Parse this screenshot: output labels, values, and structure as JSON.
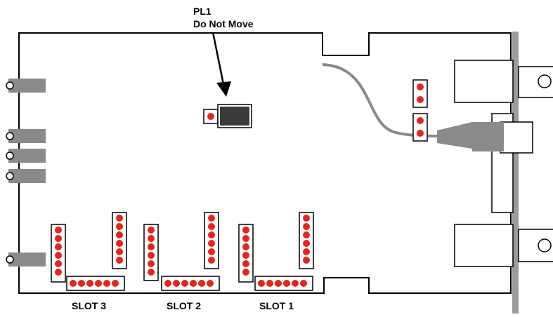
{
  "callout": {
    "title": "PL1",
    "subtitle": "Do Not Move"
  },
  "slots": [
    {
      "label": "SLOT 3"
    },
    {
      "label": "SLOT 2"
    },
    {
      "label": "SLOT 1"
    }
  ],
  "colors": {
    "outline": "#000000",
    "pin_red": "#e8231c",
    "connector_gray": "#8a8a8a",
    "plug_dark": "#3a3a3a",
    "bracket_gray": "#9b9b9b"
  },
  "icons": {
    "arrow": "arrow-down-icon",
    "cable": "cable-icon",
    "connector": "connector-icon"
  }
}
